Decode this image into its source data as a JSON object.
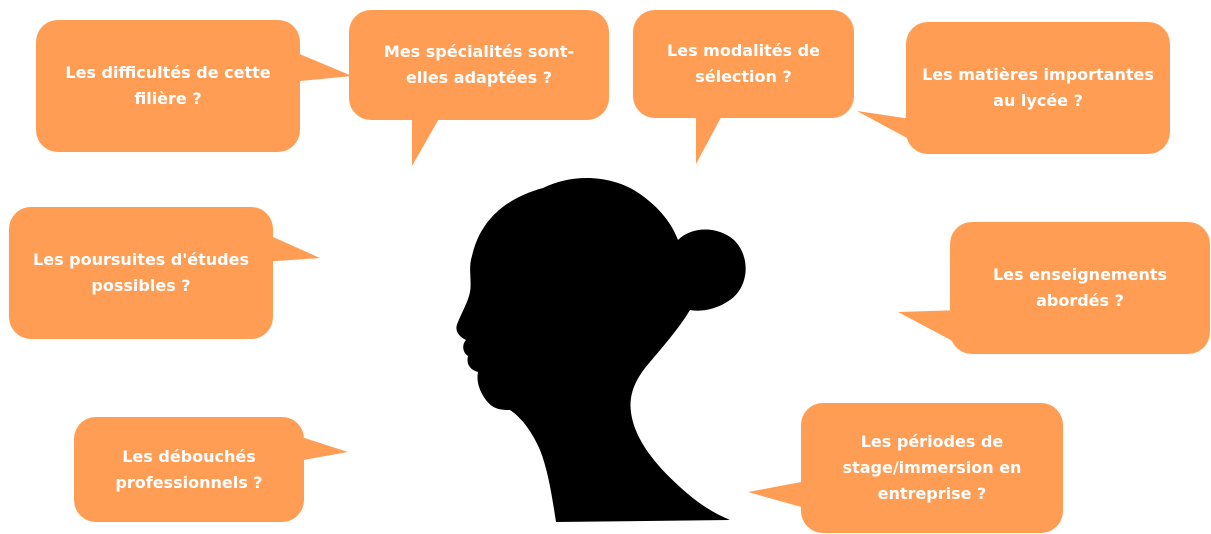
{
  "colors": {
    "bubble": "#ff9d55",
    "text": "#ffffff",
    "silhouette": "#000000"
  },
  "head": {
    "icon": "woman-head-silhouette-icon"
  },
  "bubbles": {
    "difficultes": {
      "line1": "Les difficultés de cette",
      "line2": "filière ?"
    },
    "specialites": {
      "line1": "Mes spécialités sont-",
      "line2": "elles adaptées ?"
    },
    "modalites": {
      "line1": "Les modalités de",
      "line2": "sélection ?"
    },
    "matieres": {
      "line1": "Les matières importantes",
      "line2": "au lycée ?"
    },
    "poursuites": {
      "line1": "Les poursuites d'études",
      "line2": "possibles ?"
    },
    "enseignements": {
      "line1": "Les enseignements",
      "line2": "abordés ?"
    },
    "debouches": {
      "line1": "Les débouchés",
      "line2": "professionnels ?"
    },
    "periodes": {
      "line1": "Les périodes de",
      "line2": "stage/immersion en",
      "line3": "entreprise ?"
    }
  }
}
